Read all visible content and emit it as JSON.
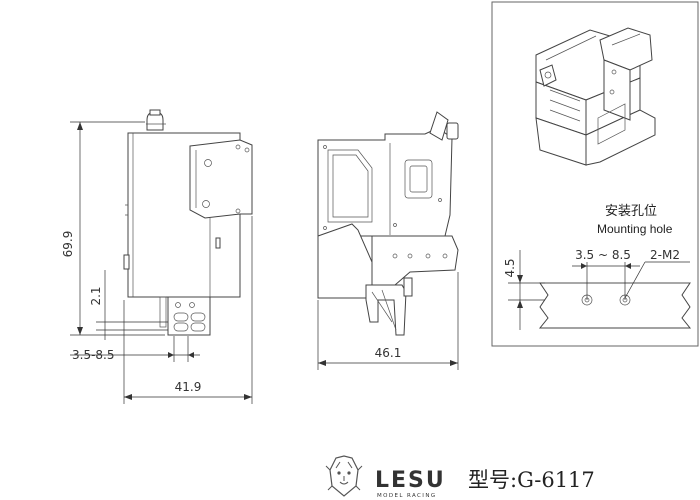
{
  "dimensions": {
    "height_total": "69.9",
    "height_small": "2.1",
    "hole_range_left": "3.5-8.5",
    "width_bottom": "41.9",
    "width_side": "46.1"
  },
  "inset": {
    "label_cn": "安装孔位",
    "label_en": "Mounting hole",
    "dim_range": "3.5 ~ 8.5",
    "dim_thread": "2-M2",
    "dim_height": "4.5"
  },
  "brand": {
    "name": "LESU",
    "subtitle": "MODEL RACING"
  },
  "model_label": "型号:G-6117"
}
